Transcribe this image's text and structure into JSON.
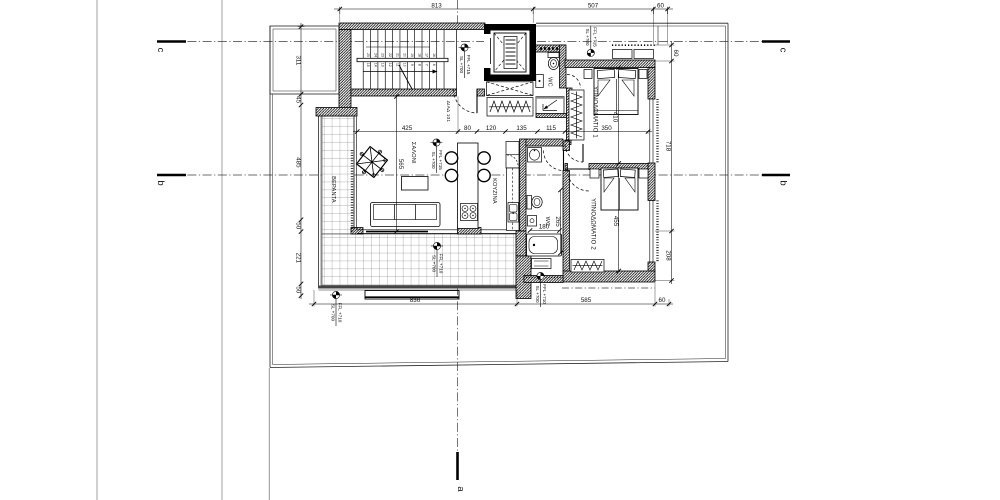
{
  "drawing_type": "architectural-floor-plan",
  "grid_axes": {
    "c": "c",
    "b": "b",
    "a": "a"
  },
  "rooms": {
    "living": "ΣΑΛΟΝΙ",
    "kitchen": "ΚΟΥΖΙΝΑ",
    "veranda": "ΒΕΡΑΝΤΑ",
    "bedroom1": "ΥΠΝΟΔΩΜΑΤΙΟ 1",
    "bedroom2": "ΥΠΝΟΔΩΜΑΤΙΟ 2",
    "wc_top": "WC",
    "wc_bath": "WC",
    "hall": "ΔΙΑΔ 101"
  },
  "levels": {
    "ffl_715": "FFL +715",
    "ffl_710": "FFL +710",
    "sl_700": "SL +700"
  },
  "dimensions": {
    "top": [
      "813",
      "507",
      "60"
    ],
    "left": [
      "311",
      "45",
      "485",
      "50",
      "221",
      "50"
    ],
    "right": [
      "60",
      "718",
      "208"
    ],
    "bottom": [
      "836",
      "585",
      "60"
    ],
    "corridor_chain": [
      "425",
      "80",
      "120",
      "135",
      "115",
      "350"
    ],
    "living_depth": "565",
    "bedroom1_depth": "410",
    "bedroom2_depth": "455",
    "bath_wall": "265",
    "bath_width": "180"
  },
  "stairs": {
    "upper_steps": [
      "25",
      "24",
      "23",
      "22",
      "21",
      "20",
      "19",
      "18",
      "17",
      "16"
    ],
    "lower_steps": [
      "15",
      "14",
      "13",
      "12",
      "11",
      "10",
      "9",
      "8",
      "7",
      "6"
    ]
  }
}
